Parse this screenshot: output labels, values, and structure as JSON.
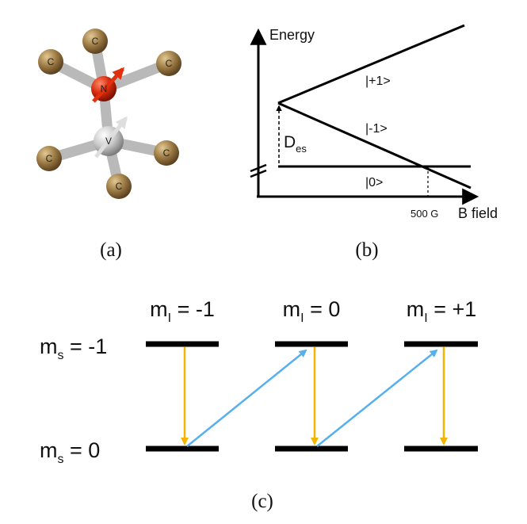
{
  "panel_a": {
    "caption": "(a)",
    "atoms": {
      "carbon": "C",
      "nitrogen": "N",
      "vacancy": "V"
    },
    "colors": {
      "carbon": "#9c7a44",
      "nitrogen": "#d62a0c",
      "vacancy": "#c9c9c9",
      "bond": "#b9b9b9",
      "spin_n": "#e0300e",
      "spin_v": "#d8d8d8"
    }
  },
  "panel_b": {
    "caption": "(b)",
    "y_axis_label": "Energy",
    "x_axis_label": "B field",
    "state_plus1": "|+1>",
    "state_minus1": "|-1>",
    "state_zero": "|0>",
    "splitting_main": "D",
    "splitting_sub": "es",
    "crossing_field": "500 G"
  },
  "panel_c": {
    "caption": "(c)",
    "ms_minus1": {
      "main": "m",
      "sub": "s",
      "rest": " = -1"
    },
    "ms_zero": {
      "main": "m",
      "sub": "s",
      "rest": " = 0"
    },
    "columns": [
      {
        "main": "m",
        "sub": "I",
        "rest": " = -1"
      },
      {
        "main": "m",
        "sub": "I",
        "rest": " = 0"
      },
      {
        "main": "m",
        "sub": "I",
        "rest": " = +1"
      }
    ],
    "colors": {
      "level": "#000000",
      "optical_arrow": "#f5b400",
      "transfer_arrow": "#56b0ee"
    }
  }
}
